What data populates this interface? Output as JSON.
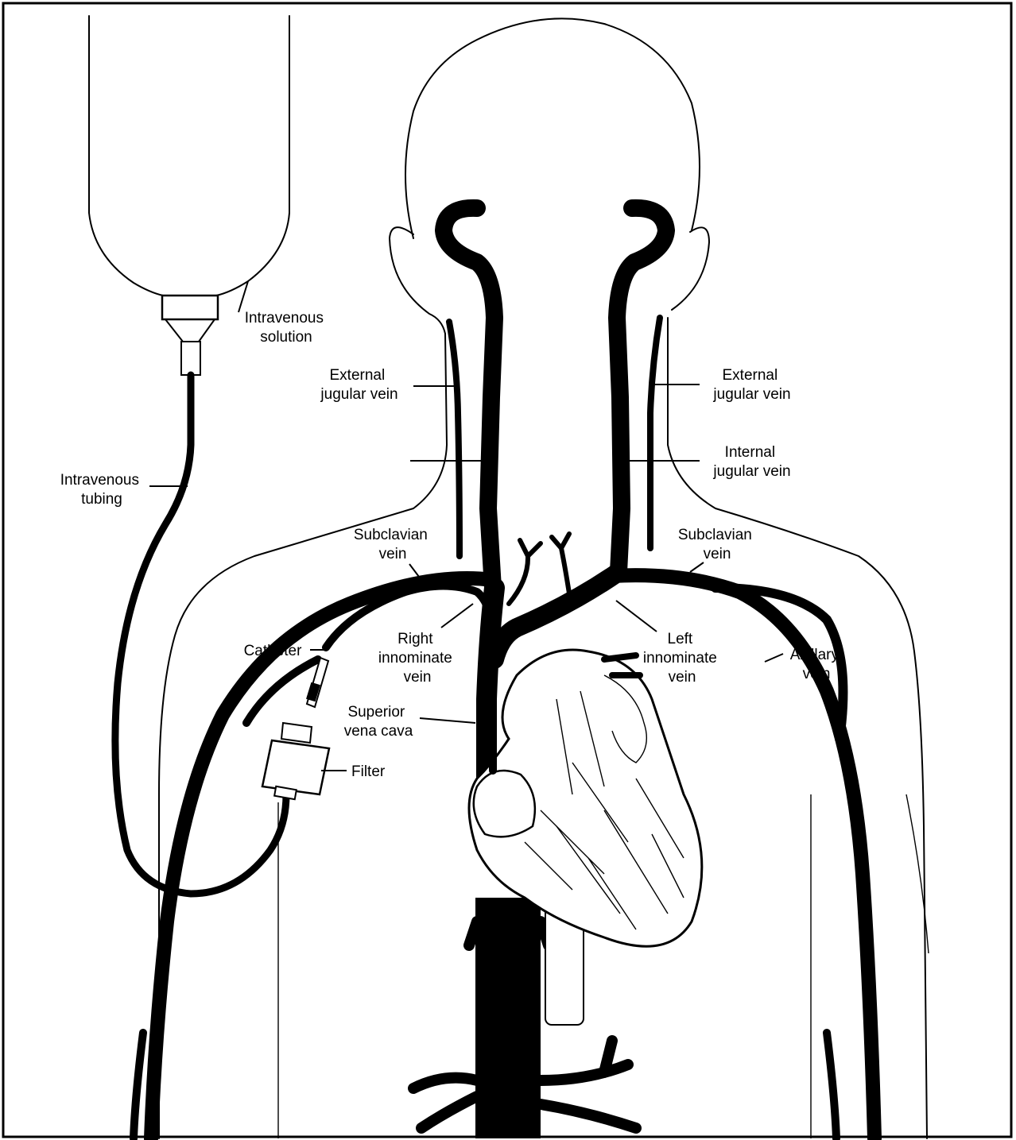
{
  "labels": {
    "iv_solution": [
      "Intravenous",
      "solution"
    ],
    "ext_jugular_right": [
      "External",
      "jugular vein"
    ],
    "ext_jugular_left": [
      "External",
      "jugular vein"
    ],
    "int_jugular": [
      "Internal",
      "jugular vein"
    ],
    "iv_tubing": [
      "Intravenous",
      "tubing"
    ],
    "subclavian_right": [
      "Subclavian",
      "vein"
    ],
    "subclavian_left": [
      "Subclavian",
      "vein"
    ],
    "catheter": "Catheter",
    "right_innominate": [
      "Right",
      "innominate",
      "vein"
    ],
    "left_innominate": [
      "Left",
      "innominate",
      "vein"
    ],
    "axillary": [
      "Axillary",
      "vein"
    ],
    "superior_vena_cava": [
      "Superior",
      "vena cava"
    ],
    "filter": "Filter"
  }
}
